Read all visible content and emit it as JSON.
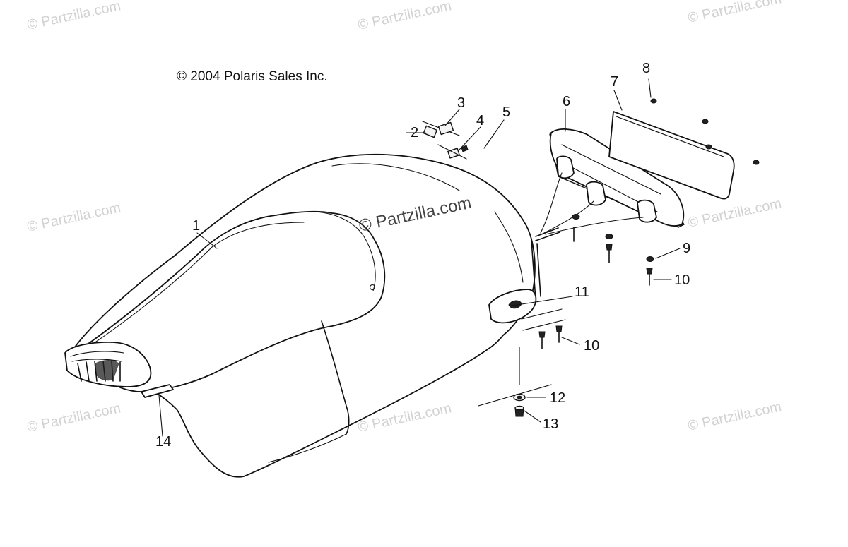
{
  "copyright": "© 2004 Polaris Sales Inc.",
  "watermark": "© Partzilla.com",
  "callouts": [
    "1",
    "2",
    "3",
    "4",
    "5",
    "6",
    "7",
    "8",
    "9",
    "10",
    "10",
    "11",
    "12",
    "13",
    "14"
  ],
  "colors": {
    "line": "#111111",
    "watermark": "#d2d2d2",
    "background": "#ffffff"
  }
}
